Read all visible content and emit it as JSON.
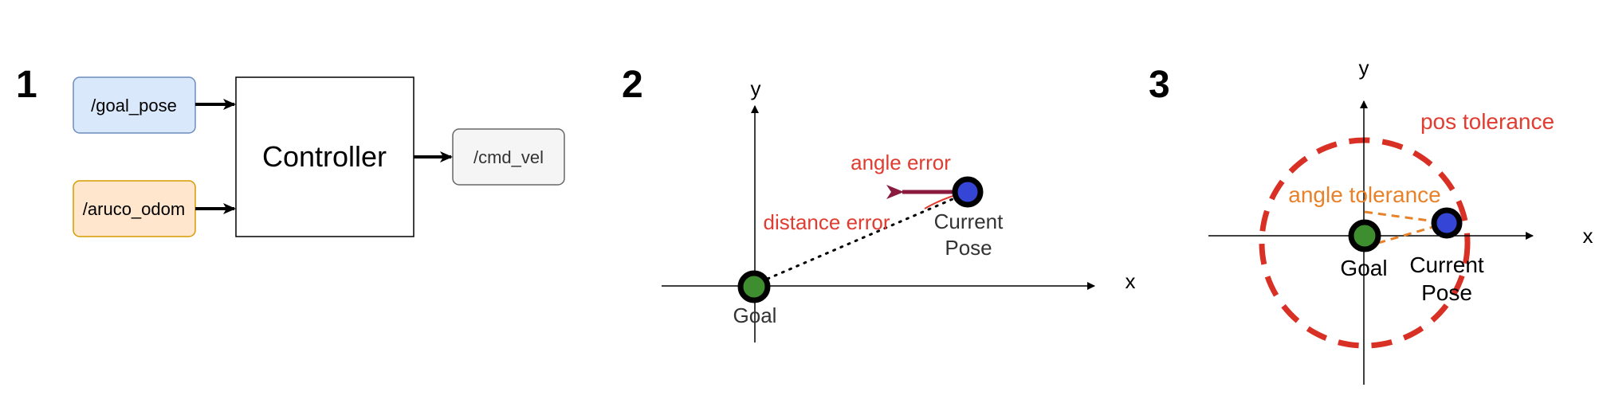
{
  "panels": {
    "p1": {
      "number": "1",
      "inputs": [
        "/goal_pose",
        "/aruco_odom"
      ],
      "block": "Controller",
      "output": "/cmd_vel"
    },
    "p2": {
      "number": "2",
      "axis_x": "x",
      "axis_y": "y",
      "goal": "Goal",
      "current_line1": "Current",
      "current_line2": "Pose",
      "angle_error": "angle error",
      "distance_error": "distance error"
    },
    "p3": {
      "number": "3",
      "axis_x": "x",
      "axis_y": "y",
      "goal": "Goal",
      "current_line1": "Current",
      "current_line2": "Pose",
      "pos_tolerance": "pos tolerance",
      "angle_tolerance": "angle tolerance"
    }
  },
  "colors": {
    "goal_fill": "#3e8e2f",
    "pose_fill": "#3546d6",
    "error_red": "#e03c31",
    "tolerance_orange": "#e8822a",
    "tolerance_circle": "#d93025",
    "arrow_maroon": "#8b1a3f",
    "goal_box_fill": "#dae8fc",
    "goal_box_stroke": "#6c8ebf",
    "odom_box_fill": "#ffe6cc",
    "odom_box_stroke": "#d79b00",
    "cmd_box_fill": "#f5f5f5",
    "cmd_box_stroke": "#666666"
  }
}
